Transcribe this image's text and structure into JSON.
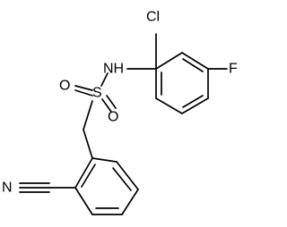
{
  "molecule": {
    "atoms": {
      "cl": "Cl",
      "nh": "NH",
      "f": "F",
      "o_left": "O",
      "s": "S",
      "o_right": "O",
      "n_cyano": "N"
    }
  }
}
